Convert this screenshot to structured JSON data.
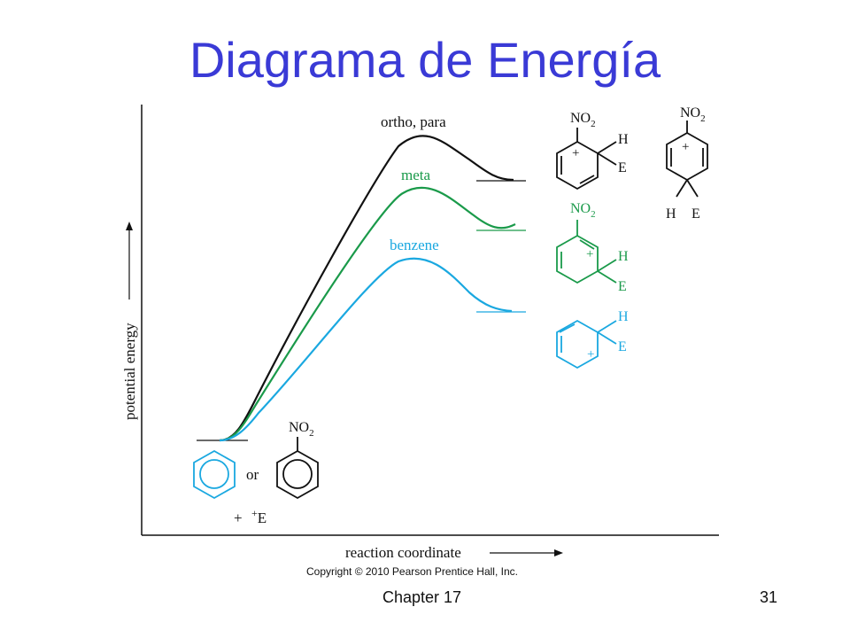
{
  "title": "Diagrama de Energía",
  "axes": {
    "y_label": "potential energy",
    "x_label": "reaction coordinate"
  },
  "curves": [
    {
      "name": "ortho, para",
      "color": "#111111"
    },
    {
      "name": "meta",
      "color": "#1a9a4a"
    },
    {
      "name": "benzene",
      "color": "#1aa8e0"
    }
  ],
  "structures": {
    "no2_label": "NO",
    "no2_sub": "2",
    "h_label": "H",
    "e_label": "E",
    "plus_sign": "+",
    "or_text": "or",
    "reagent_plus": "+",
    "reagent_charge": "+",
    "reagent_e": "E"
  },
  "copyright": "Copyright © 2010 Pearson Prentice Hall, Inc.",
  "footer": {
    "chapter": "Chapter 17",
    "page": "31"
  }
}
